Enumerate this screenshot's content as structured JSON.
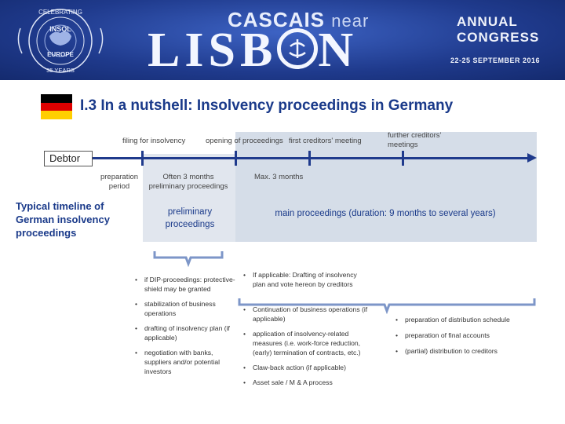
{
  "header": {
    "city_line": "CASCAIS",
    "near": "near",
    "city_big_left": "LISB",
    "city_big_right": "N",
    "annual": "ANNUAL",
    "congress": "CONGRESS",
    "dates": "22-25 SEPTEMBER 2016",
    "seal_top": "CELEBRATING",
    "seal_mid1": "INSOL",
    "seal_mid2": "EUROPE",
    "seal_bottom": "35 YEARS",
    "colors": {
      "banner": "#1f3a8c",
      "accent": "#1a3a8a"
    }
  },
  "slide": {
    "title": "I.3 In a nutshell: Insolvency proceedings in Germany",
    "flag_colors": [
      "#000000",
      "#dd0000",
      "#ffce00"
    ]
  },
  "timeline": {
    "events": [
      "filing for insolvency",
      "opening of proceedings",
      "first creditors' meeting",
      "further creditors' meetings"
    ],
    "actor": "Debtor",
    "periods": {
      "prep": "preparation period",
      "often": "Often 3 months preliminary proceedings",
      "max": "Max. 3 months"
    },
    "side_label": "Typical timeline of German insolvency proceedings",
    "phase_prelim": "preliminary proceedings",
    "phase_main": "main proceedings (duration: 9 months to several years)"
  },
  "bullets": {
    "prelim": [
      "if DIP-proceedings: protective-shield may be granted",
      "stabilization of business operations",
      "drafting of insolvency plan (if applicable)",
      "negotiation with banks, suppliers and/or potential investors"
    ],
    "main_mid": [
      "If applicable: Drafting of insolvency plan and vote hereon by creditors",
      "Continuation of business operations (if applicable)",
      "application of insolvency-related measures (i.e. work-force reduction, (early) termination of contracts, etc.)",
      "Claw-back action (if applicable)",
      "Asset sale / M & A process"
    ],
    "main_right": [
      "preparation of distribution schedule",
      "preparation of final accounts",
      "(partial) distribution to creditors"
    ]
  }
}
